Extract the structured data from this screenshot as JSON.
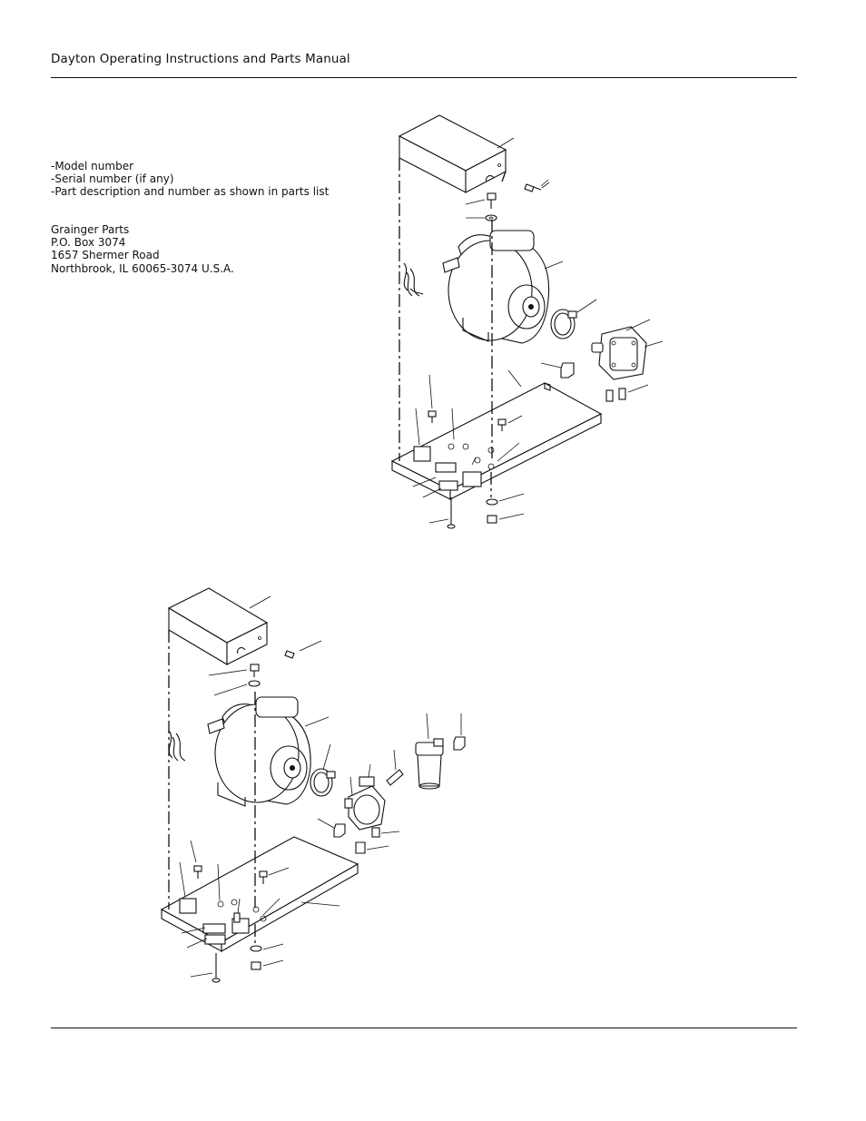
{
  "header": {
    "title": "Dayton Operating Instructions and Parts Manual"
  },
  "order_info": {
    "lines": [
      "-Model number",
      "-Serial number (if any)",
      "-Part description and number as shown in parts list"
    ]
  },
  "address": {
    "lines": [
      "Grainger Parts",
      "P.O. Box 3074",
      "1657 Shermer Road",
      "Northbrook, IL 60065-3074 U.S.A."
    ]
  },
  "figures": [
    {
      "name": "exploded-view-upper",
      "parts": [
        "cover",
        "screw",
        "bolt",
        "washer",
        "motor",
        "clamp",
        "pump",
        "elbow",
        "fittings",
        "base-plate",
        "terminal-block",
        "nut"
      ]
    },
    {
      "name": "exploded-view-lower",
      "parts": [
        "cover",
        "screw",
        "bolt",
        "washer",
        "motor",
        "clamp",
        "pump",
        "nipple",
        "filter",
        "elbow",
        "fittings",
        "base-plate",
        "terminal-block",
        "nut"
      ]
    }
  ],
  "colors": {
    "ink": "#111111",
    "paper": "#ffffff"
  }
}
